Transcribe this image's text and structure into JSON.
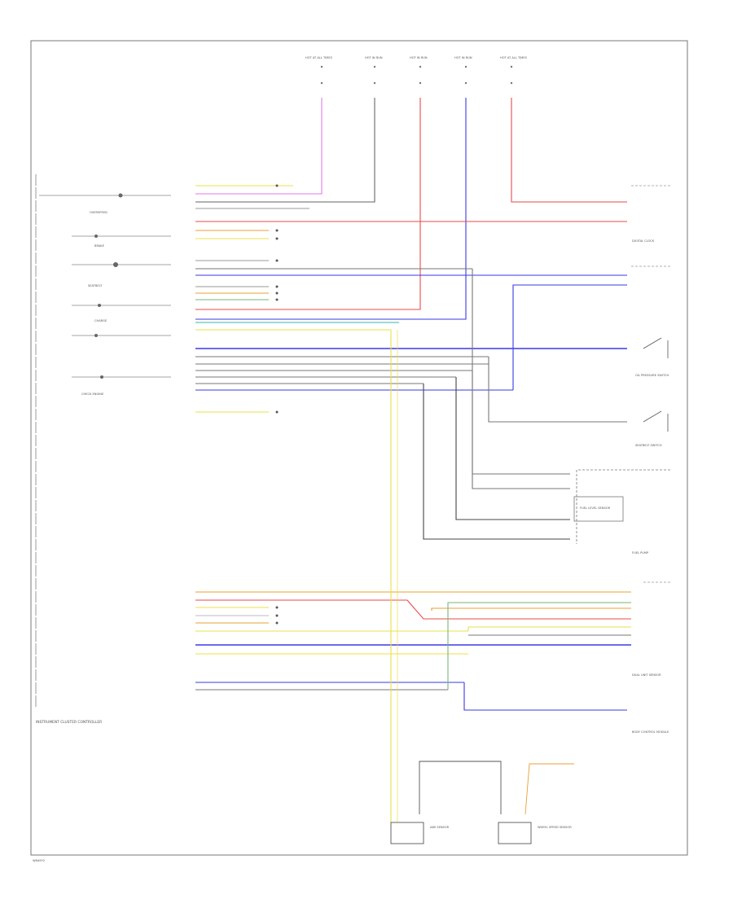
{
  "diagram": {
    "footer_code": "W8A9Y2",
    "cluster_label": "INSTRUMENT CLUSTER CONTROLLER",
    "top_right_module": "DIGITAL CLOCK",
    "ecu": "BODY CONTROL MODULE",
    "fuel_pump_label": "FUEL PUMP",
    "fuel_level_sensor": "FUEL LEVEL SENSOR",
    "dual_unit_label": "DUAL UNIT SENSOR",
    "oil_pressure_switch": "OIL PRESSURE SWITCH",
    "seatbelt_switch": "SEATBELT SWITCH",
    "wire_colors": {
      "pink": "#e47ae6",
      "red": "#e84a4a",
      "blue": "#3a3ae6",
      "gray": "#555555",
      "yellow": "#e8e04a",
      "green": "#7ab67a",
      "cyan": "#3ab6b6",
      "orange": "#e8a030",
      "black": "#222222"
    },
    "fuses": [
      "HOT AT ALL TIMES",
      "HOT IN RUN",
      "HOT IN RUN",
      "HOT IN RUN",
      "HOT AT ALL TIMES"
    ],
    "bottom_sensors": [
      "ABS SENSOR",
      "WHEEL SPEED SENSOR"
    ],
    "indicators": [
      "OVERSPEED",
      "BRAKE",
      "SEATBELT",
      "CHARGE",
      "CHECK ENGINE"
    ]
  }
}
